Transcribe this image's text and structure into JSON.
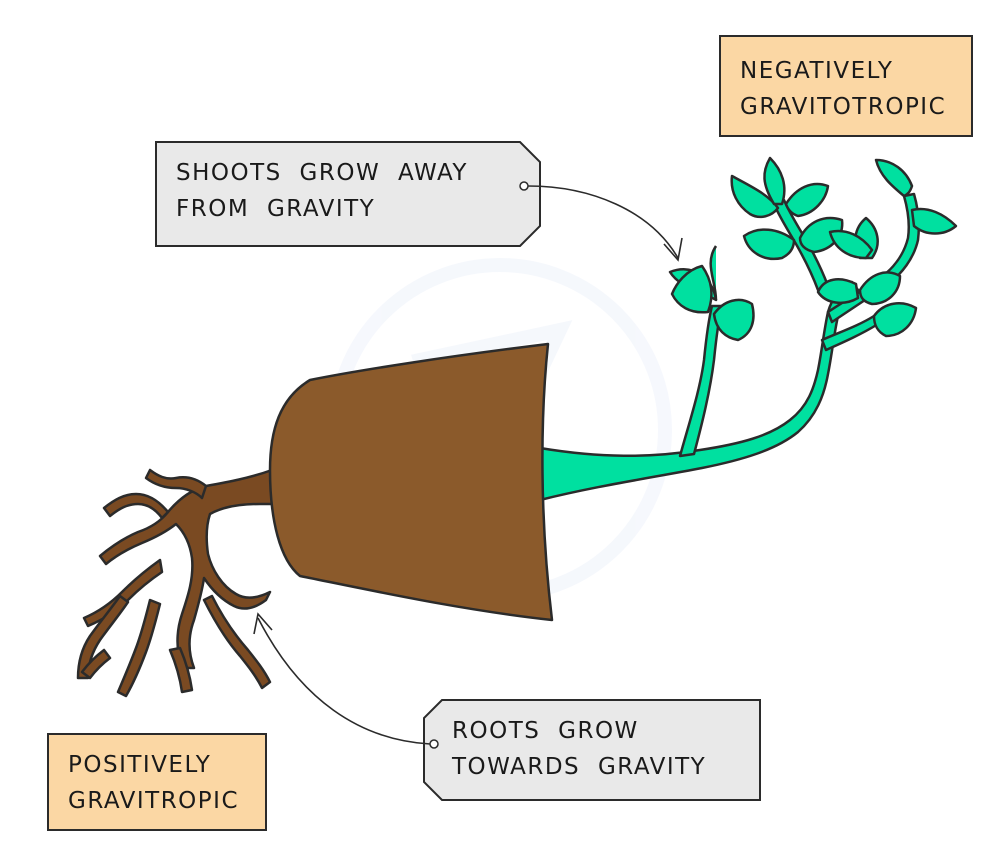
{
  "labels": {
    "negative_line1": "NEGATIVELY",
    "negative_line2": "GRAVITOTROPIC",
    "shoots_line1": "SHOOTS GROW AWAY",
    "shoots_line2": "FROM GRAVITY",
    "roots_line1": "ROOTS GROW",
    "roots_line2": "TOWARDS GRAVITY",
    "positive_line1": "POSITIVELY",
    "positive_line2": "GRAVITROPIC"
  },
  "colors": {
    "tag_fill": "#fbd7a4",
    "note_fill": "#e9e9e9",
    "outline": "#2b2b2b",
    "soil": "#8b5a2b",
    "root": "#7a4a22",
    "shoot": "#00e0a0"
  }
}
